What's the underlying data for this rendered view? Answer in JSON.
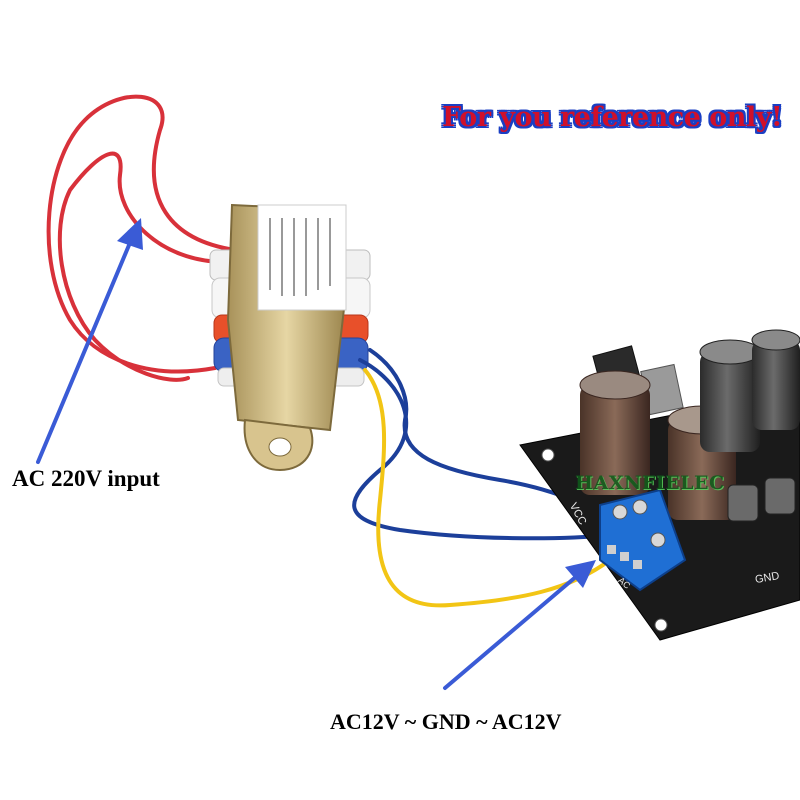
{
  "labels": {
    "reference_note": "For you reference only!",
    "input_label": "AC 220V input",
    "output_label": "AC12V ~ GND ~ AC12V",
    "watermark": "HAXNFIELEC",
    "pcb_vcc": "VCC",
    "pcb_gnd": "GND",
    "pcb_ac": "AC"
  },
  "colors": {
    "background": "#ffffff",
    "annotation_arrow": "#3a5bd6",
    "wire_red": "#d8313a",
    "wire_blue": "#1c3f9a",
    "wire_yellow": "#f2c515",
    "transformer_frame": "#c9b37a",
    "pcb_board": "#1a1a1a",
    "terminal_block": "#1f6fd4"
  }
}
